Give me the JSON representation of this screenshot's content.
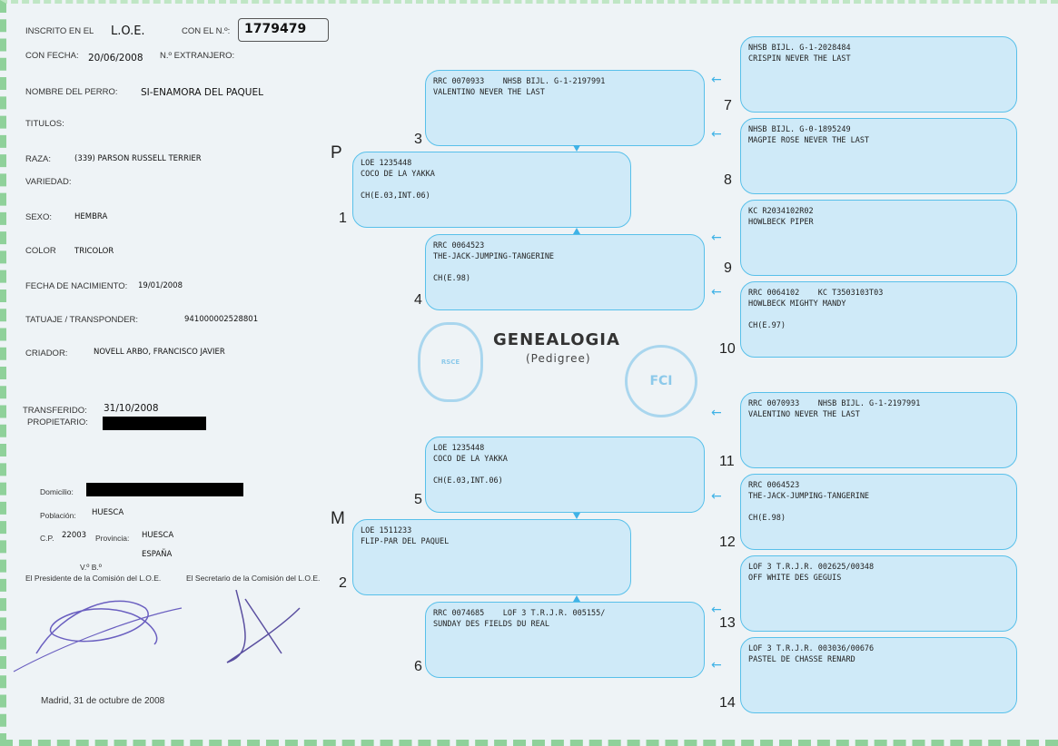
{
  "header": {
    "inscrito_label": "INSCRITO EN EL",
    "inscrito_value": "L.O.E.",
    "numero_label": "CON EL N.º:",
    "numero_value": "1779479",
    "fecha_label": "CON FECHA:",
    "fecha_value": "20/06/2008",
    "extranjero_label": "N.º EXTRANJERO:"
  },
  "dog": {
    "nombre_label": "NOMBRE DEL PERRO:",
    "nombre": "SI-ENAMORA DEL PAQUEL",
    "titulos_label": "TITULOS:",
    "raza_label": "RAZA:",
    "raza": "(339) PARSON RUSSELL TERRIER",
    "variedad_label": "VARIEDAD:",
    "sexo_label": "SEXO:",
    "sexo": "HEMBRA",
    "color_label": "COLOR",
    "color": "TRICOLOR",
    "nacimiento_label": "FECHA DE NACIMIENTO:",
    "nacimiento": "19/01/2008",
    "tatuaje_label": "TATUAJE / TRANSPONDER:",
    "tatuaje": "941000002528801",
    "criador_label": "CRIADOR:",
    "criador": "NOVELL ARBO, FRANCISCO JAVIER"
  },
  "owner": {
    "transferido_label": "TRANSFERIDO:",
    "transferido": "31/10/2008",
    "propietario_label": "PROPIETARIO:",
    "domicilio_label": "Domicilio:",
    "poblacion_label": "Población:",
    "poblacion": "HUESCA",
    "cp_label": "C.P.",
    "cp": "22003",
    "provincia_label": "Provincia:",
    "provincia": "HUESCA",
    "pais": "ESPAÑA"
  },
  "signatures": {
    "vb": "V.º B.º",
    "presidente": "El Presidente de la Comisión del L.O.E.",
    "secretario": "El Secretario de la Comisión del L.O.E.",
    "place_date": "Madrid,   31 de octubre de 2008"
  },
  "title": {
    "main": "GENEALOGIA",
    "sub": "(Pedigree)"
  },
  "sides": {
    "father": "P",
    "mother": "M"
  },
  "seals": {
    "rsce": "REAL SOCIEDAD CANINA ESPAÑA",
    "fci": "FCI"
  },
  "ancestors": {
    "a1": {
      "num": "1",
      "l1": "LOE 1235448",
      "l2": "COCO DE LA YAKKA",
      "l3": "CH(E.03,INT.06)"
    },
    "a2": {
      "num": "2",
      "l1": "LOE 1511233",
      "l2": "FLIP-PAR DEL PAQUEL"
    },
    "a3": {
      "num": "3",
      "l1": "RRC 0070933    NHSB BIJL. G-1-2197991",
      "l2": "VALENTINO NEVER THE LAST"
    },
    "a4": {
      "num": "4",
      "l1": "RRC 0064523",
      "l2": "THE-JACK-JUMPING-TANGERINE",
      "l3": "CH(E.98)"
    },
    "a5": {
      "num": "5",
      "l1": "LOE 1235448",
      "l2": "COCO DE LA YAKKA",
      "l3": "CH(E.03,INT.06)"
    },
    "a6": {
      "num": "6",
      "l1": "RRC 0074685    LOF 3 T.R.J.R. 005155/",
      "l2": "SUNDAY DES FIELDS DU REAL"
    },
    "a7": {
      "num": "7",
      "l1": "NHSB BIJL. G-1-2028484",
      "l2": "CRISPIN NEVER THE LAST"
    },
    "a8": {
      "num": "8",
      "l1": "NHSB BIJL. G-0-1895249",
      "l2": "MAGPIE ROSE NEVER THE LAST"
    },
    "a9": {
      "num": "9",
      "l1": "KC R2034102R02",
      "l2": "HOWLBECK PIPER"
    },
    "a10": {
      "num": "10",
      "l1": "RRC 0064102    KC T3503103T03",
      "l2": "HOWLBECK MIGHTY MANDY",
      "l3": "CH(E.97)"
    },
    "a11": {
      "num": "11",
      "l1": "RRC 0070933    NHSB BIJL. G-1-2197991",
      "l2": "VALENTINO NEVER THE LAST"
    },
    "a12": {
      "num": "12",
      "l1": "RRC 0064523",
      "l2": "THE-JACK-JUMPING-TANGERINE",
      "l3": "CH(E.98)"
    },
    "a13": {
      "num": "13",
      "l1": "LOF 3 T.R.J.R. 002625/00348",
      "l2": "OFF WHITE DES GEGUIS"
    },
    "a14": {
      "num": "14",
      "l1": "LOF 3 T.R.J.R. 003036/00676",
      "l2": "PASTEL DE CHASSE RENARD"
    }
  }
}
